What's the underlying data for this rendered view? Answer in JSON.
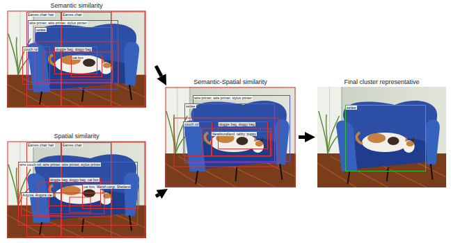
{
  "diagram": {
    "nodes": [
      {
        "text": [
          "Semantic similarity"
        ]
      },
      {
        "text": [
          "Eames chair hair"
        ],
        "in": 0
      },
      {
        "text": [
          "Eames chair"
        ],
        "in": 0
      },
      {
        "text": [
          "wire printer, wire printer, stylus printer"
        ],
        "in": 0
      },
      {
        "text": [
          "settee"
        ],
        "in": 0
      },
      {
        "text": [
          "couch rol"
        ],
        "in": 0
      },
      {
        "text": [
          "doggie bag, doggy bag"
        ],
        "in": 0
      },
      {
        "text": [
          "cat box"
        ],
        "in": 0
      },
      {
        "text": [
          "Spatial similarity"
        ]
      },
      {
        "text": [
          "Eames chair hair"
        ],
        "in": 8
      },
      {
        "text": [
          "Eames chair"
        ],
        "in": 8
      },
      {
        "text": [
          "wire couch rol, wire printer, wire printer, stylus printer"
        ],
        "in": 8
      },
      {
        "text": [
          "doggie bag, doggy bag, cat box"
        ],
        "in": 8
      },
      {
        "text": [
          "cat box, Welsh corgi, Shetland"
        ],
        "in": 8
      },
      {
        "text": [
          "Angora, Angora cat"
        ],
        "in": 8
      },
      {
        "text": [
          "Semantic-Spatial similarity"
        ]
      },
      {
        "text": [
          "settee"
        ],
        "in": 15
      },
      {
        "text": [
          "wire printer, wire printer, stylus printer"
        ],
        "in": 15
      },
      {
        "text": [
          "couch rol"
        ],
        "in": 15
      },
      {
        "text": [
          "doggie bag, doggy bag"
        ],
        "in": 15
      },
      {
        "text": [
          "Newfoundland, tabby, puppy"
        ],
        "in": 15
      },
      {
        "text": [
          "Final cluster representative"
        ]
      },
      {
        "text": [
          "settee"
        ],
        "in": 21
      }
    ],
    "edges": [
      {
        "from": 0,
        "to": 15,
        "arrow": "to"
      },
      {
        "from": 8,
        "to": 15,
        "arrow": "to"
      },
      {
        "from": 15,
        "to": 21,
        "arrow": "to"
      }
    ]
  }
}
